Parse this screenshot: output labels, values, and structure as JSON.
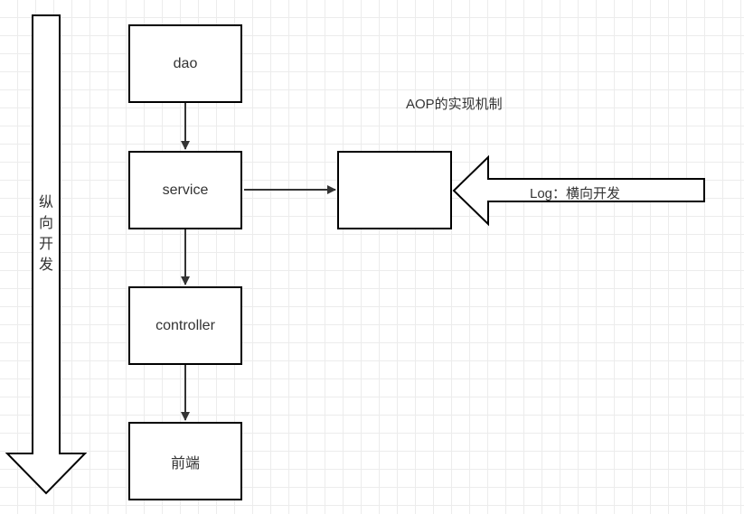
{
  "vertical_arrow": {
    "label": "纵\n向\n开\n发"
  },
  "boxes": {
    "dao": "dao",
    "service": "service",
    "controller": "controller",
    "frontend": "前端",
    "aop": ""
  },
  "aop_title": "AOP的实现机制",
  "log_arrow": {
    "label": "Log：横向开发"
  },
  "colors": {
    "stroke": "#000000",
    "text": "#333333",
    "grid": "#ececec",
    "arrow_line": "#333333"
  }
}
